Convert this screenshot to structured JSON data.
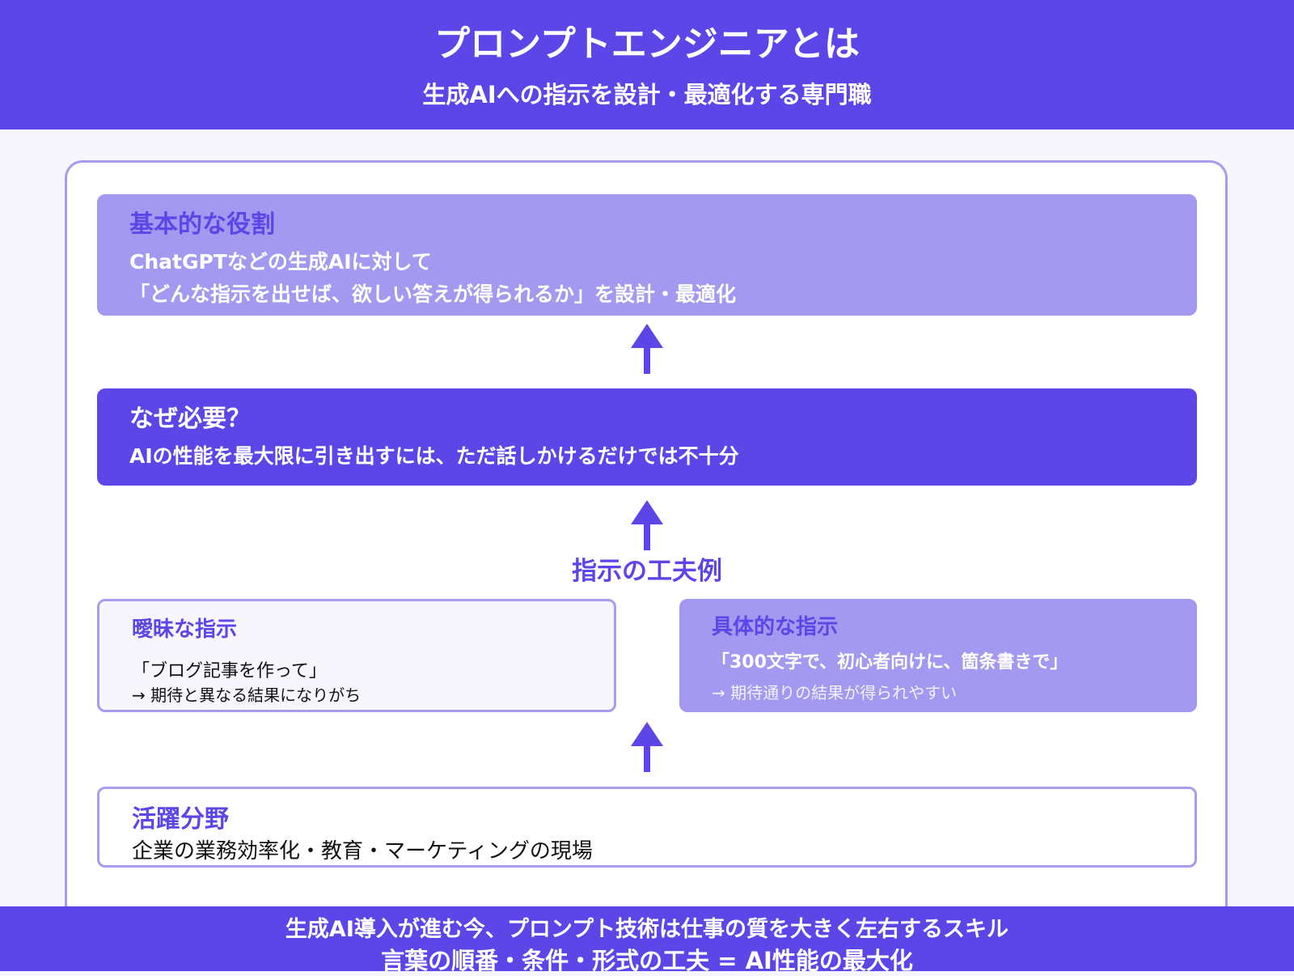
{
  "header": {
    "title": "プロンプトエンジニアとは",
    "subtitle": "生成AIへの指示を設計・最適化する専門職"
  },
  "role": {
    "heading": "基本的な役割",
    "line1": "ChatGPTなどの生成AIに対して",
    "line2": "「どんな指示を出せば、欲しい答えが得られるか」を設計・最適化"
  },
  "why": {
    "heading": "なぜ必要？",
    "text": "AIの性能を最大限に引き出すには、ただ話しかけるだけでは不十分"
  },
  "examples": {
    "title": "指示の工夫例",
    "vague": {
      "heading": "曖昧な指示",
      "example": "「ブログ記事を作って」",
      "result": "→ 期待と異なる結果になりがち"
    },
    "concrete": {
      "heading": "具体的な指示",
      "example": "「300文字で、初心者向けに、箇条書きで」",
      "result": "→ 期待通りの結果が得られやすい"
    }
  },
  "fields": {
    "heading": "活躍分野",
    "text": "企業の業務効率化・教育・マーケティングの現場"
  },
  "footer": {
    "line1": "生成AI導入が進む今、プロンプト技術は仕事の質を大きく左右するスキル",
    "line2": "言葉の順番・条件・形式の工夫 = AI性能の最大化"
  },
  "colors": {
    "primary": "#5c46e8",
    "light": "#a399f0",
    "border": "#a69cf0",
    "background": "#f7f6fc"
  },
  "icons": [
    "arrow-up-icon"
  ]
}
